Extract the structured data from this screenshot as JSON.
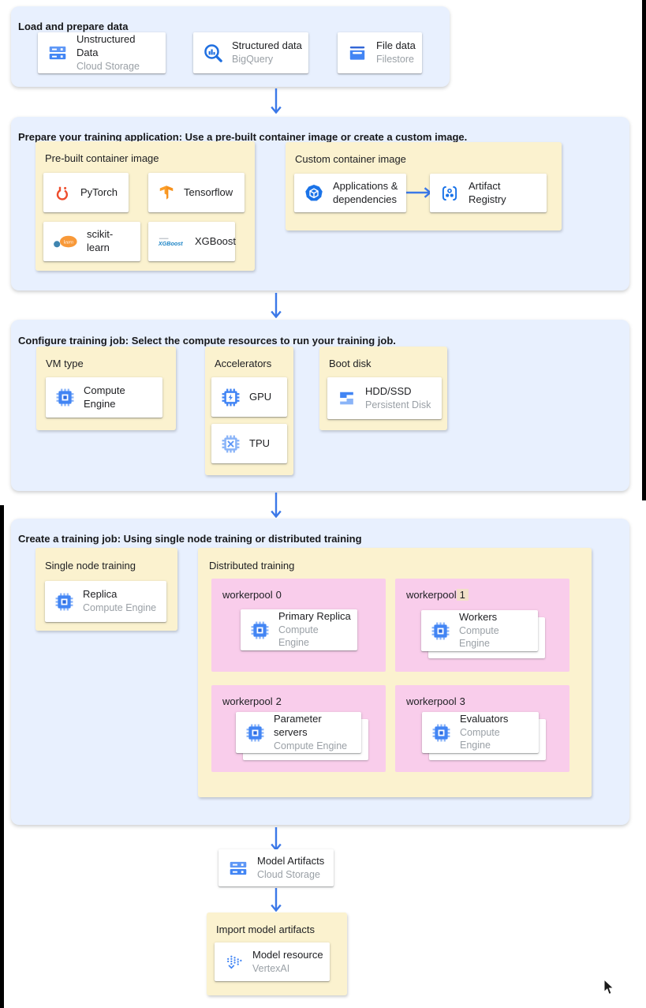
{
  "colors": {
    "panel_blue": "#e8f0fe",
    "panel_yellow": "#fbf2cf",
    "panel_pink": "#f9cdeb",
    "arrow_blue": "#3b78e8",
    "card_title": "#202124",
    "card_subtitle": "#9aa0a6",
    "workerpool_highlight": "#f2e0c9"
  },
  "sections": {
    "load": {
      "title": "Load and prepare data",
      "cards": [
        {
          "icon": "cloud-storage-icon",
          "title": "Unstructured Data",
          "subtitle": "Cloud Storage"
        },
        {
          "icon": "bigquery-icon",
          "title": "Structured data",
          "subtitle": "BigQuery"
        },
        {
          "icon": "filestore-icon",
          "title": "File data",
          "subtitle": "Filestore"
        }
      ]
    },
    "prepare": {
      "title": "Prepare your training application: Use a pre-built container image or create a custom image.",
      "prebuilt": {
        "title": "Pre-built container image",
        "cards": [
          {
            "icon": "pytorch-icon",
            "title": "PyTorch"
          },
          {
            "icon": "tensorflow-icon",
            "title": "Tensorflow"
          },
          {
            "icon": "scikit-learn-icon",
            "title": "scikit-learn"
          },
          {
            "icon": "xgboost-icon",
            "title": "XGBoost"
          }
        ]
      },
      "custom": {
        "title": "Custom container image",
        "cards": [
          {
            "icon": "applications-icon",
            "title": "Applications & dependencies"
          },
          {
            "icon": "artifact-registry-icon",
            "title": "Artifact Registry"
          }
        ]
      }
    },
    "configure": {
      "title": "Configure training job: Select the compute resources to run your training job.",
      "vm": {
        "title": "VM type",
        "card": {
          "icon": "compute-engine-icon",
          "title": "Compute Engine"
        }
      },
      "accelerators": {
        "title": "Accelerators",
        "cards": [
          {
            "icon": "gpu-icon",
            "title": "GPU"
          },
          {
            "icon": "tpu-icon",
            "title": "TPU"
          }
        ]
      },
      "boot": {
        "title": "Boot disk",
        "card": {
          "icon": "persistent-disk-icon",
          "title": "HDD/SSD",
          "subtitle": "Persistent Disk"
        }
      }
    },
    "create": {
      "title": "Create a training job: Using single node training or distributed training",
      "single": {
        "title": "Single node training",
        "card": {
          "icon": "compute-engine-icon",
          "title": "Replica",
          "subtitle": "Compute Engine"
        }
      },
      "distributed": {
        "title": "Distributed training",
        "workerpools": [
          {
            "label": "workerpool",
            "number": "0",
            "card": {
              "icon": "compute-engine-icon",
              "title": "Primary Replica",
              "subtitle": "Compute Engine"
            }
          },
          {
            "label": "workerpool",
            "number": "1",
            "card": {
              "icon": "compute-engine-icon",
              "title": "Workers",
              "subtitle": "Compute Engine"
            }
          },
          {
            "label": "workerpool",
            "number": "2",
            "card": {
              "icon": "compute-engine-icon",
              "title": "Parameter servers",
              "subtitle": "Compute Engine"
            }
          },
          {
            "label": "workerpool",
            "number": "3",
            "card": {
              "icon": "compute-engine-icon",
              "title": "Evaluators",
              "subtitle": "Compute Engine"
            }
          }
        ]
      }
    },
    "artifacts": {
      "card": {
        "icon": "cloud-storage-icon",
        "title": "Model Artifacts",
        "subtitle": "Cloud Storage"
      }
    },
    "import": {
      "title": "Import model artifacts",
      "card": {
        "icon": "vertex-ai-icon",
        "title": "Model resource",
        "subtitle": "VertexAI"
      }
    }
  }
}
